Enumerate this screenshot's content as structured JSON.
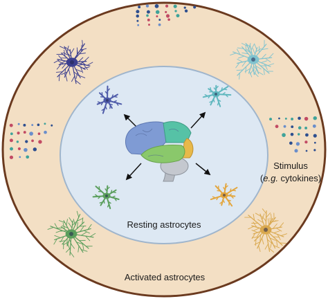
{
  "labels": {
    "inner": "Resting astrocytes",
    "outer": "Activated astrocytes",
    "stimulus_line1": "Stimulus",
    "stimulus_eg": "e.g.",
    "stimulus_rest": " cytokines)",
    "stimulus_open": "("
  },
  "colors": {
    "outer_ring": "#f3dfc4",
    "ring_stroke": "#6b3a1f",
    "inner_disc": "#dde8f3",
    "inner_stroke": "#9fb5cc",
    "resting_astrocytes": [
      "#4d5aa8",
      "#5fb7be",
      "#5a9e5c",
      "#e3a63d"
    ],
    "activated_astrocytes": [
      "#3c3f8f",
      "#7fc3cf",
      "#5a9e5c",
      "#d9a84e"
    ],
    "cytokine_dots": [
      "#6a8ecb",
      "#3fa39a",
      "#c24b64",
      "#2e4f8f"
    ],
    "brain_lobes": [
      "#7f9bd4",
      "#56c2a6",
      "#8ac86b",
      "#e8b94a",
      "#b7bcc4"
    ]
  },
  "icons": {
    "cells": "astrocyte-icon",
    "signals": "cytokine-cluster-icon",
    "center": "brain-icon",
    "links": "arrow-icon"
  }
}
